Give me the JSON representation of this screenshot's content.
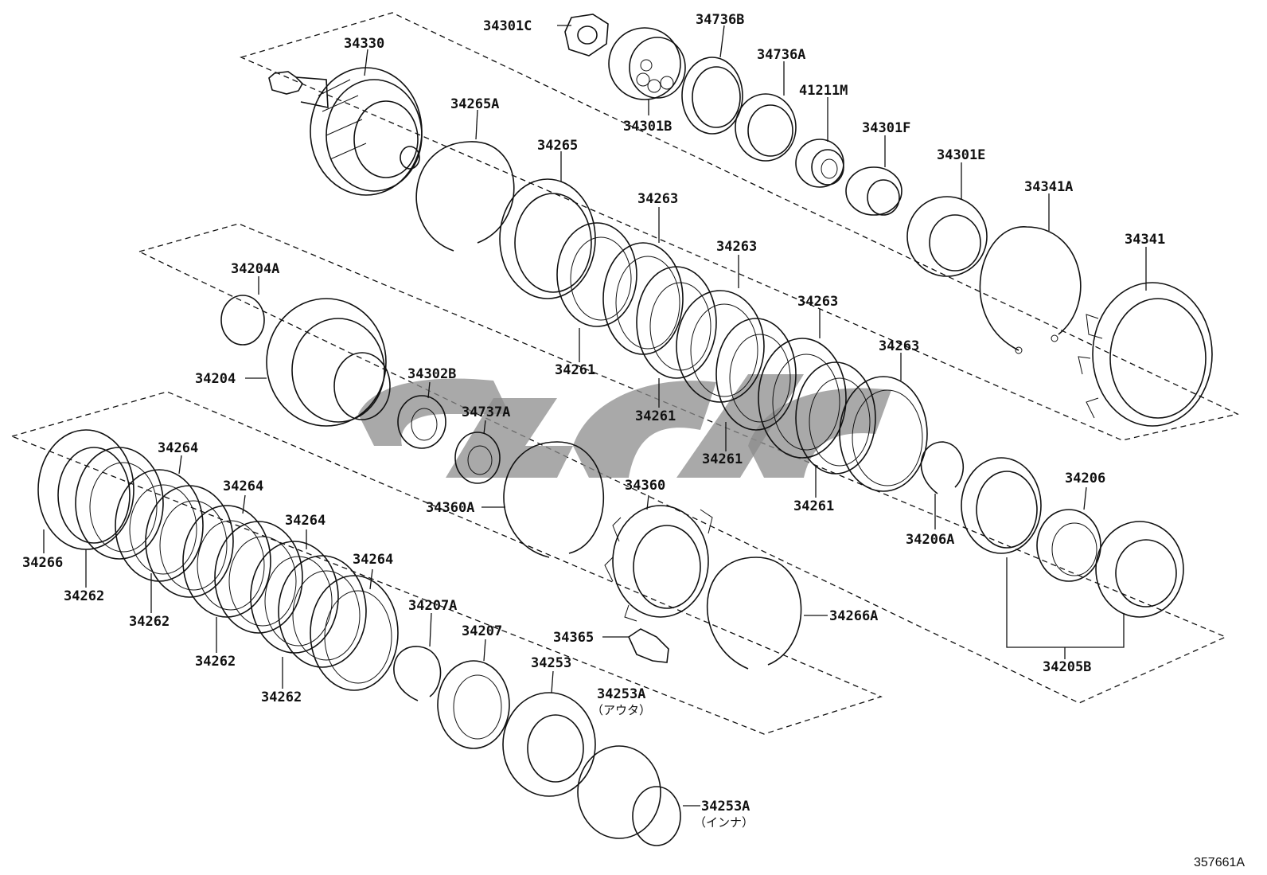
{
  "diagram": {
    "ref_code": "357661A",
    "labels": [
      {
        "id": "34301C",
        "text": "34301C"
      },
      {
        "id": "34736B",
        "text": "34736B"
      },
      {
        "id": "34330",
        "text": "34330"
      },
      {
        "id": "34736A",
        "text": "34736A"
      },
      {
        "id": "34265A",
        "text": "34265A"
      },
      {
        "id": "41211M",
        "text": "41211M"
      },
      {
        "id": "34301B",
        "text": "34301B"
      },
      {
        "id": "34301F",
        "text": "34301F"
      },
      {
        "id": "34265",
        "text": "34265"
      },
      {
        "id": "34301E",
        "text": "34301E"
      },
      {
        "id": "34341A",
        "text": "34341A"
      },
      {
        "id": "34263a",
        "text": "34263"
      },
      {
        "id": "34341",
        "text": "34341"
      },
      {
        "id": "34204A",
        "text": "34204A"
      },
      {
        "id": "34263b",
        "text": "34263"
      },
      {
        "id": "34263c",
        "text": "34263"
      },
      {
        "id": "34263d",
        "text": "34263"
      },
      {
        "id": "34261a",
        "text": "34261"
      },
      {
        "id": "34204",
        "text": "34204"
      },
      {
        "id": "34302B",
        "text": "34302B"
      },
      {
        "id": "34737A",
        "text": "34737A"
      },
      {
        "id": "34261b",
        "text": "34261"
      },
      {
        "id": "34261c",
        "text": "34261"
      },
      {
        "id": "34264a",
        "text": "34264"
      },
      {
        "id": "34206",
        "text": "34206"
      },
      {
        "id": "34264b",
        "text": "34264"
      },
      {
        "id": "34360",
        "text": "34360"
      },
      {
        "id": "34360A",
        "text": "34360A"
      },
      {
        "id": "34261d",
        "text": "34261"
      },
      {
        "id": "34264c",
        "text": "34264"
      },
      {
        "id": "34206A",
        "text": "34206A"
      },
      {
        "id": "34266",
        "text": "34266"
      },
      {
        "id": "34264d",
        "text": "34264"
      },
      {
        "id": "34262a",
        "text": "34262"
      },
      {
        "id": "34207A",
        "text": "34207A"
      },
      {
        "id": "34266A",
        "text": "34266A"
      },
      {
        "id": "34262b",
        "text": "34262"
      },
      {
        "id": "34207",
        "text": "34207"
      },
      {
        "id": "34365",
        "text": "34365"
      },
      {
        "id": "34262c",
        "text": "34262"
      },
      {
        "id": "34253",
        "text": "34253"
      },
      {
        "id": "34205B",
        "text": "34205B"
      },
      {
        "id": "34262d",
        "text": "34262"
      },
      {
        "id": "34253A_outer",
        "text": "34253A"
      },
      {
        "id": "34253A_inner",
        "text": "34253A"
      }
    ],
    "sublabels": {
      "outer": "（アウタ）",
      "inner": "（インナ）"
    }
  }
}
